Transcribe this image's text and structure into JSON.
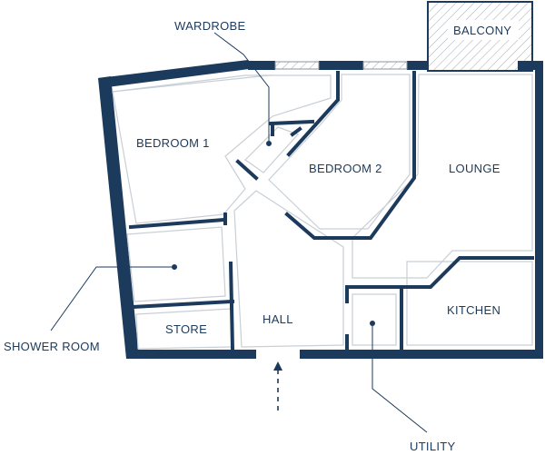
{
  "rooms": {
    "bedroom1": "BEDROOM 1",
    "bedroom2": "BEDROOM 2",
    "lounge": "LOUNGE",
    "kitchen": "KITCHEN",
    "hall": "HALL",
    "store": "STORE",
    "balcony": "BALCONY"
  },
  "callouts": {
    "wardrobe": "WARDROBE",
    "shower_room": "SHOWER ROOM",
    "utility": "UTILITY"
  },
  "colors": {
    "wall": "#1b3a5c",
    "inner_line": "#c8cfd6",
    "hatch": "#8a949e"
  }
}
